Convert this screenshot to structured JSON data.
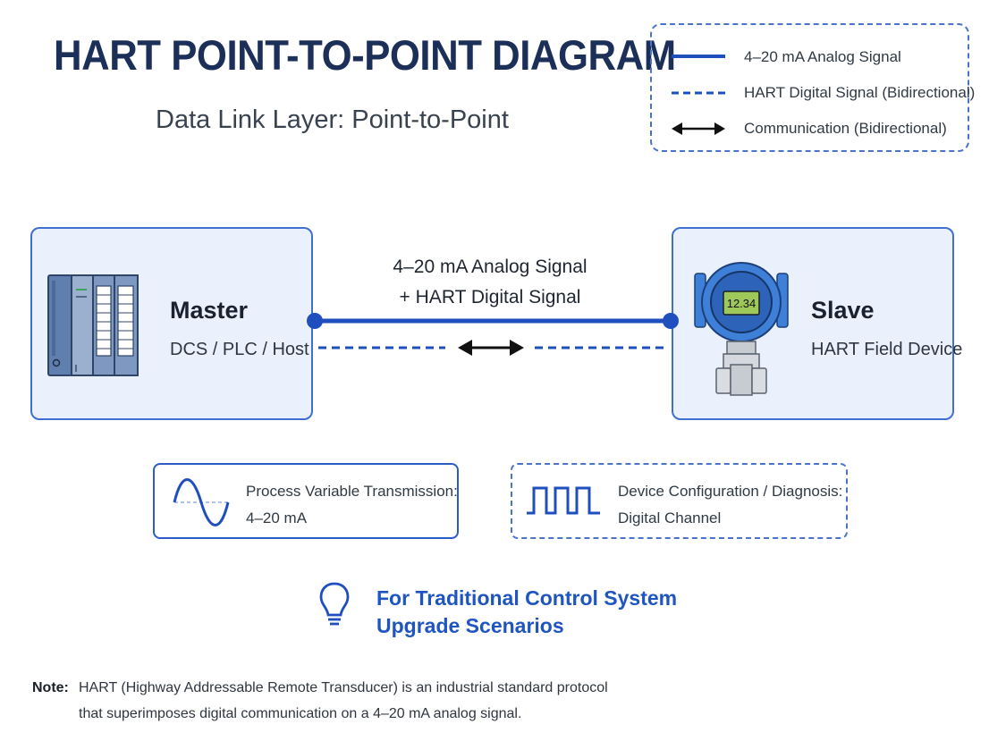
{
  "header": {
    "title": "HART POINT-TO-POINT DIAGRAM",
    "subtitle": "Data Link Layer:  Point-to-Point"
  },
  "legend": {
    "items": [
      {
        "label": "4–20 mA Analog Signal",
        "style": "solid-line"
      },
      {
        "label": "HART Digital Signal (Bidirectional)",
        "style": "dashed-line"
      },
      {
        "label": "Communication (Bidirectional)",
        "style": "double-arrow"
      }
    ]
  },
  "master": {
    "title": "Master",
    "subtitle": "DCS / PLC / Host",
    "icon": "plc-rack-icon"
  },
  "slave": {
    "title": "Slave",
    "subtitle": "HART Field Device",
    "icon": "field-transmitter-icon",
    "display_value": "12.34"
  },
  "link": {
    "label_line1": "4–20 mA Analog Signal",
    "label_line2": "+ HART Digital Signal"
  },
  "info_boxes": [
    {
      "line1": "Process Variable Transmission:",
      "line2": "4–20 mA",
      "icon": "sine-wave-icon",
      "border": "solid"
    },
    {
      "line1": "Device Configuration / Diagnosis:",
      "line2": "Digital Channel",
      "icon": "square-wave-icon",
      "border": "dashed"
    }
  ],
  "tip": {
    "line1": "For Traditional Control System",
    "line2": "Upgrade Scenarios",
    "icon": "lightbulb-icon"
  },
  "note": {
    "label": "Note:",
    "line1": "HART (Highway Addressable Remote Transducer) is an industrial standard protocol",
    "line2": "that superimposes digital communication on a 4–20 mA analog signal."
  },
  "colors": {
    "accent": "#1f4fbf",
    "title": "#1c2f58",
    "node_fill": "#eaf1fc",
    "node_border": "#3f6fd0"
  }
}
